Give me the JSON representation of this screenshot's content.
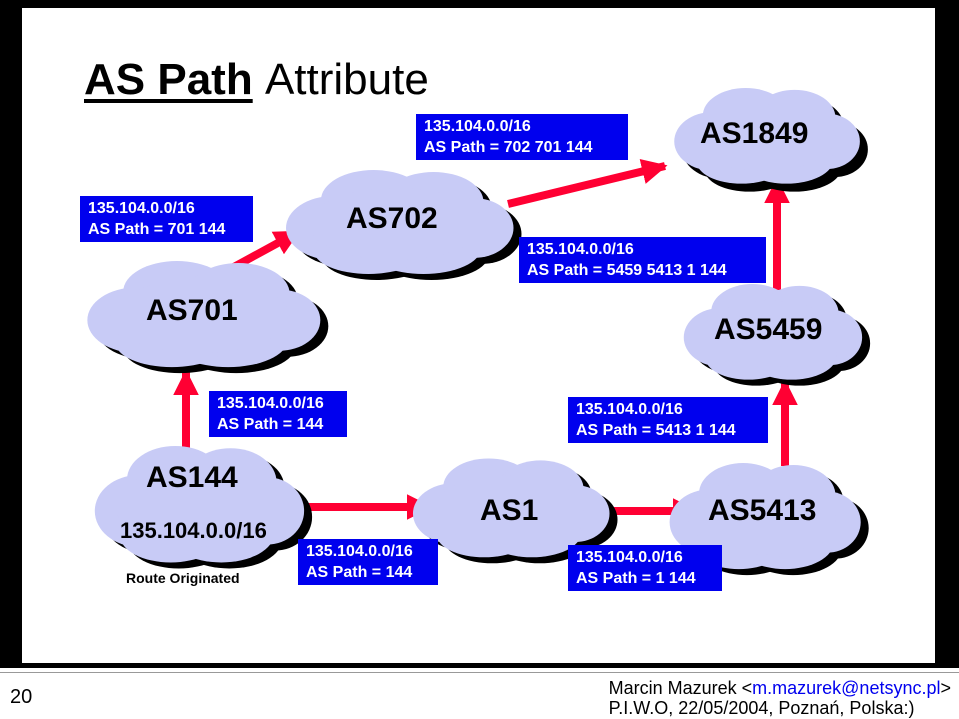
{
  "title": {
    "bold": "AS Path",
    "light": "Attribute"
  },
  "clouds": [
    {
      "name": "AS1849"
    },
    {
      "name": "AS702"
    },
    {
      "name": "AS701"
    },
    {
      "name": "AS5459"
    },
    {
      "name": "AS144"
    },
    {
      "name": "AS1"
    },
    {
      "name": "AS5413"
    }
  ],
  "labels": [
    {
      "line1": "135.104.0.0/16",
      "line2": "AS Path = 702 701 144"
    },
    {
      "line1": "135.104.0.0/16",
      "line2": "AS Path = 701 144"
    },
    {
      "line1": "135.104.0.0/16",
      "line2": "AS Path = 5459 5413 1 144"
    },
    {
      "line1": "135.104.0.0/16",
      "line2": "AS Path = 144"
    },
    {
      "line1": "135.104.0.0/16",
      "line2": "AS Path = 5413 1 144"
    },
    {
      "line1": "135.104.0.0/16",
      "line2": "AS Path = 144"
    },
    {
      "line1": "135.104.0.0/16",
      "line2": "AS Path = 1 144"
    }
  ],
  "origin": {
    "prefix": "135.104.0.0/16",
    "caption": "Route Originated"
  },
  "footer": {
    "page_number": "20",
    "author": "Marcin Mazurek <",
    "email": "m.mazurek@netsync.pl",
    "author_end": ">",
    "event": "P.I.W.O, 22/05/2004, Poznań, Polska:)"
  },
  "colors": {
    "cloud_fill": "#c8cbf6",
    "cloud_shadow": "#000000",
    "arrow": "#ff0033",
    "label_bg": "#0000ee"
  }
}
